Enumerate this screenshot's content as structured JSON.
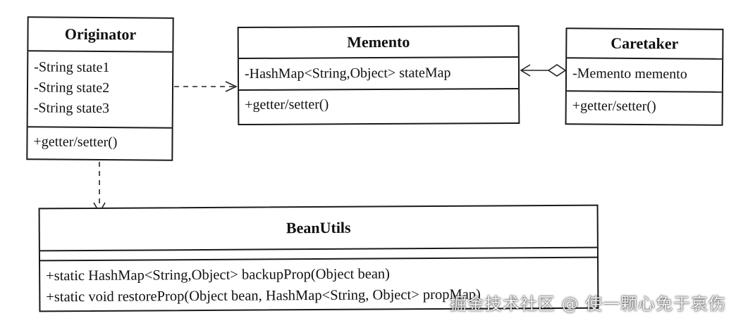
{
  "originator": {
    "name": "Originator",
    "attributes": [
      "-String state1",
      "-String state2",
      "-String state3"
    ],
    "operations": [
      "+getter/setter()"
    ]
  },
  "memento": {
    "name": "Memento",
    "attributes": [
      "-HashMap<String,Object> stateMap"
    ],
    "operations": [
      "+getter/setter()"
    ]
  },
  "caretaker": {
    "name": "Caretaker",
    "attributes": [
      "-Memento memento"
    ],
    "operations": [
      "+getter/setter()"
    ]
  },
  "beanutils": {
    "name": "BeanUtils",
    "attributes": [],
    "operations": [
      "+static HashMap<String,Object> backupProp(Object bean)",
      "+static void restoreProp(Object bean, HashMap<String, Object> propMap)"
    ]
  },
  "watermark": "掘金技术社区 @ 使一颗心免于哀伤"
}
